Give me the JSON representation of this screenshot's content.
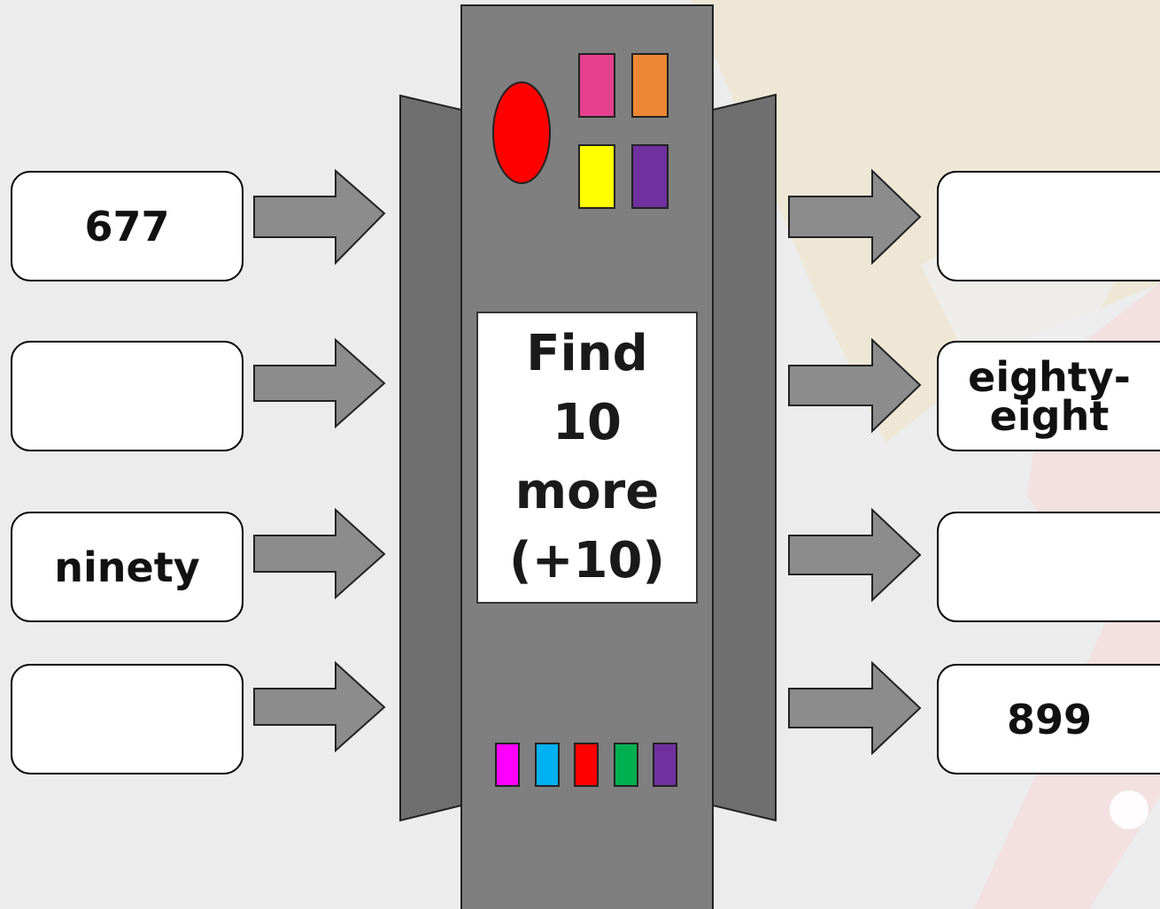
{
  "inputs": [
    {
      "text": "677"
    },
    {
      "text": ""
    },
    {
      "text": "ninety"
    },
    {
      "text": ""
    }
  ],
  "outputs": [
    {
      "text": ""
    },
    {
      "text": "eighty-\neight"
    },
    {
      "text": ""
    },
    {
      "text": "899"
    }
  ],
  "instruction": {
    "line1": "Find",
    "line2": "10",
    "line3": "more",
    "line4": "(+10)"
  },
  "colors": {
    "machine_body": "#7f7f7f",
    "arrow_fill": "#8c8c8c",
    "big_light": "#ff0000",
    "top_buttons": [
      "#e6418f",
      "#ed8733",
      "#ffff00",
      "#7030a0"
    ],
    "bottom_buttons": [
      "#ff00ff",
      "#00b0f0",
      "#ff0000",
      "#00b050",
      "#7030a0"
    ]
  }
}
